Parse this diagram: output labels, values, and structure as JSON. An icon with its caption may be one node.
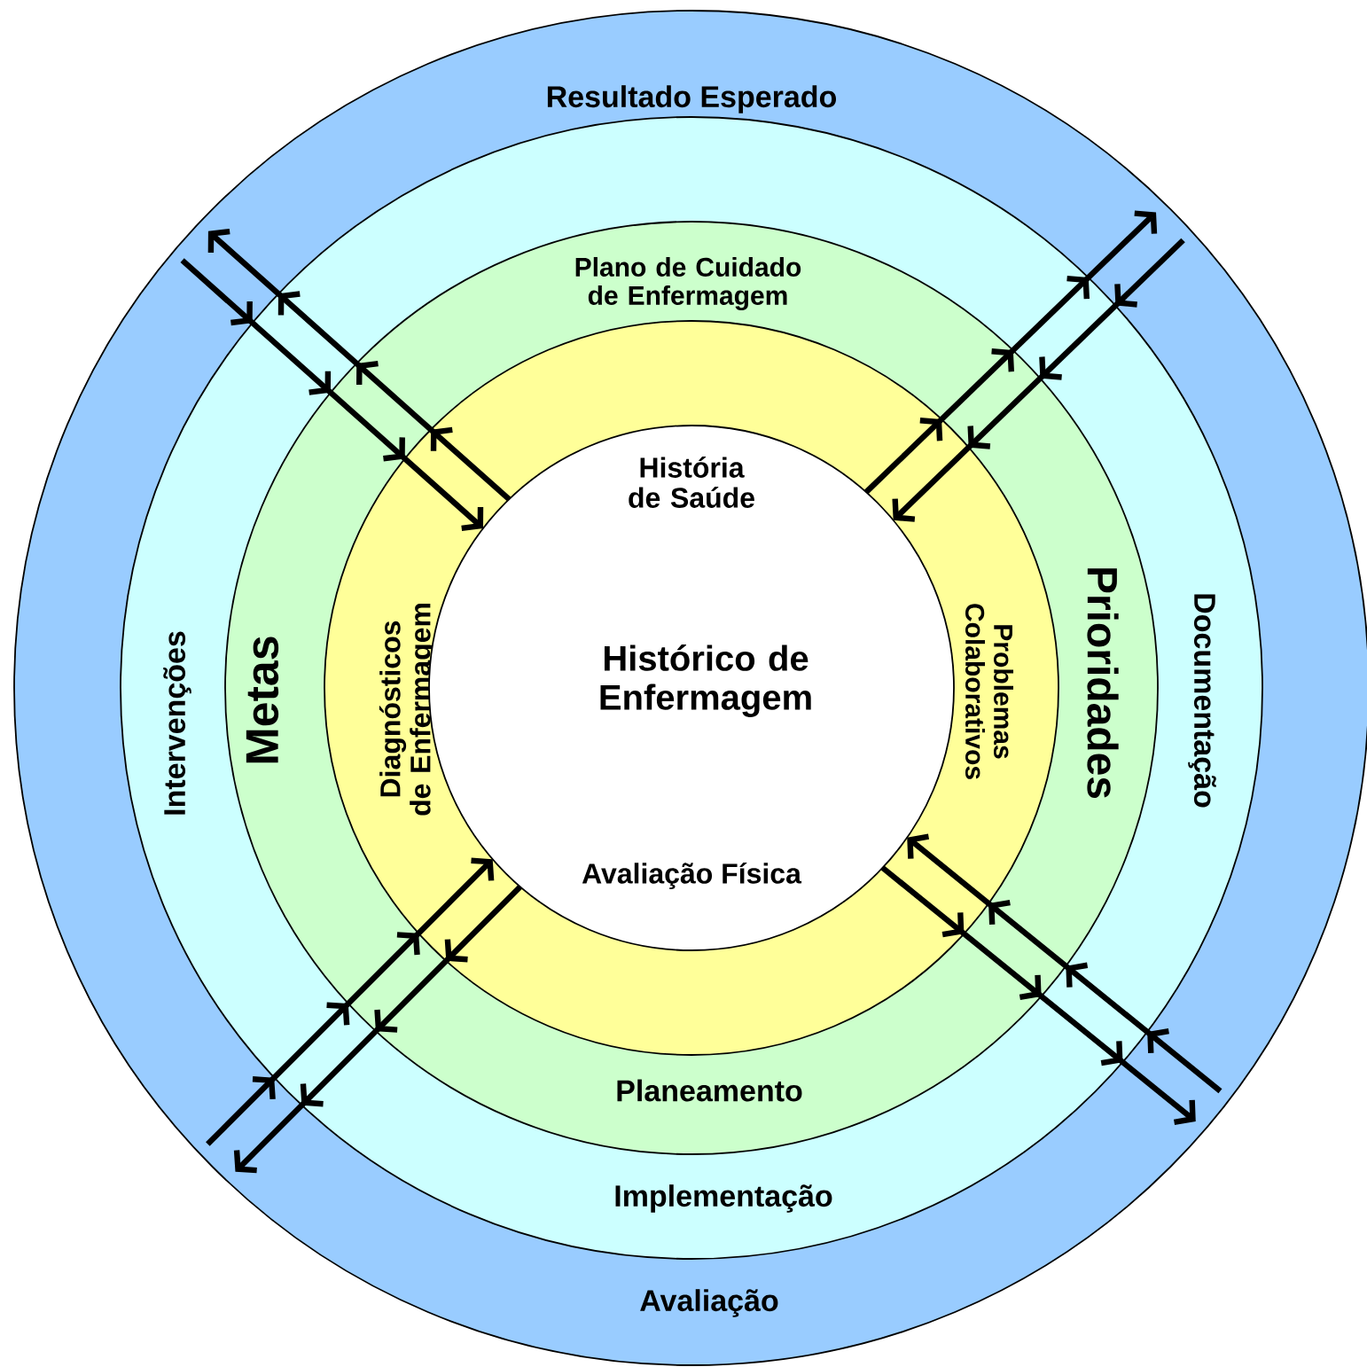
{
  "diagram": {
    "nodes": [
      {
        "text": [
          "Resultado Esperado",
          "Avaliação"
        ]
      },
      {
        "text": [
          "Intervenções",
          "Documentação",
          "Implementação"
        ],
        "in": 0
      },
      {
        "text": [
          "Plano de Cuidado de Enfermagem",
          "Metas",
          "Prioridades",
          "Planeamento"
        ],
        "in": 1
      },
      {
        "text": [
          "Diagnósticos de Enfermagem",
          "Problemas Colaborativos"
        ],
        "in": 2
      },
      {
        "text": [
          "História de Saúde",
          "Histórico de Enfermagem",
          "Avaliação Física"
        ],
        "in": 3
      }
    ],
    "edges": [
      {
        "from": 0,
        "to": 4,
        "arrow": "to"
      },
      {
        "from": 4,
        "to": 0,
        "arrow": "to"
      },
      {
        "from": 4,
        "to": 0,
        "arrow": "to"
      },
      {
        "from": 0,
        "to": 4,
        "arrow": "to"
      },
      {
        "from": 4,
        "to": 0,
        "arrow": "to"
      },
      {
        "from": 0,
        "to": 4,
        "arrow": "to"
      },
      {
        "from": 0,
        "to": 4,
        "arrow": "to"
      },
      {
        "from": 4,
        "to": 0,
        "arrow": "to"
      }
    ]
  }
}
